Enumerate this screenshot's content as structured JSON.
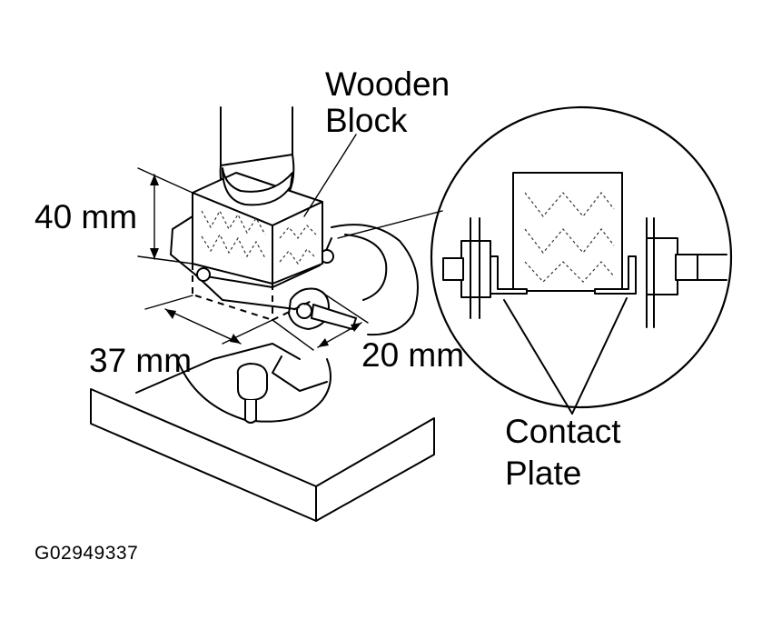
{
  "labels": {
    "wooden_block_line1": "Wooden",
    "wooden_block_line2": "Block",
    "dim_height": "40 mm",
    "dim_length": "37 mm",
    "dim_width": "20 mm",
    "contact_plate_line1": "Contact",
    "contact_plate_line2": "Plate"
  },
  "figure_code": "G02949337"
}
